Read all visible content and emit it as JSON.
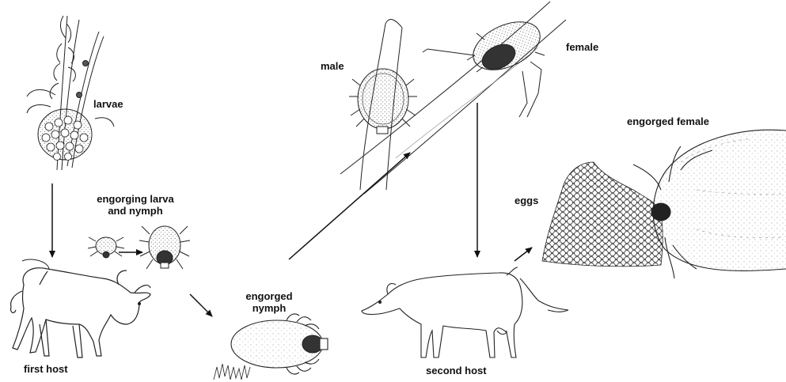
{
  "labels": {
    "larvae": "larvae",
    "engorging_line1": "engorging larva",
    "engorging_line2": "and nymph",
    "first_host": "first host",
    "engorged_nymph_line1": "engorged",
    "engorged_nymph_line2": "nymph",
    "male": "male",
    "female": "female",
    "engorged_female": "engorged female",
    "eggs": "eggs",
    "second_host": "second host"
  },
  "colors": {
    "ink": "#1a1a1a",
    "stipple": "#b5b5b5",
    "background": "#ffffff"
  }
}
